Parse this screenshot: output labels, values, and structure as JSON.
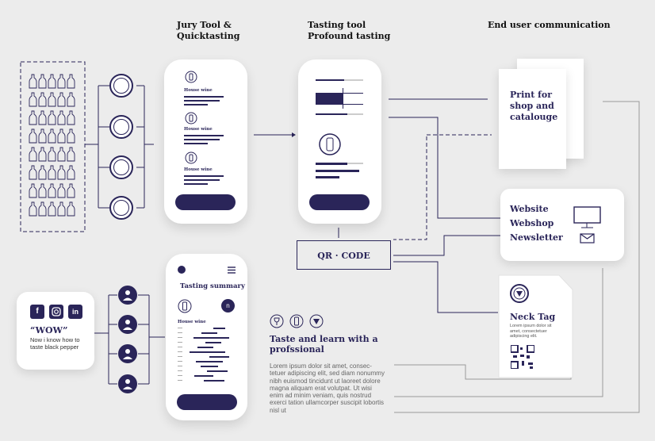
{
  "headings": {
    "jury": "Jury Tool &\nQuicktasting",
    "tasting": "Tasting tool\nProfound tasting",
    "end_user": "End user communication"
  },
  "phones": {
    "jury_item_label": "House wine",
    "summary_title": "Tasting summary",
    "summary_badge": "n",
    "summary_item_label": "House wine"
  },
  "qr_label": "QR · CODE",
  "print_card": "Print for\nshop and\ncatalouge",
  "web_card": {
    "website": "Website",
    "webshop": "Webshop",
    "newsletter": "Newsletter"
  },
  "neck_tag": {
    "title": "Neck Tag",
    "body": "Lorem ipsum dolor sit amet, consectetuer adipiscing elit."
  },
  "social_card": {
    "icons": [
      "f",
      "instagram",
      "in"
    ],
    "quote": "“WOW”",
    "body": "Now i know how to\ntaste black pepper"
  },
  "learn": {
    "title": "Taste and learn with a\nprofssional",
    "body": "Lorem ipsum dolor sit amet, consec-\ntetuer adipiscing elit, sed diam nonummy\nnibh euismod tincidunt ut laoreet dolore\nmagna aliquam erat volutpat. Ut wisi\nenim ad minim veniam, quis nostrud\nexerci tation ullamcorper suscipit lobortis\nnisl ut"
  },
  "colors": {
    "accent": "#2a2559",
    "background": "#ececec",
    "card": "#ffffff",
    "line": "#9a9a9a"
  }
}
